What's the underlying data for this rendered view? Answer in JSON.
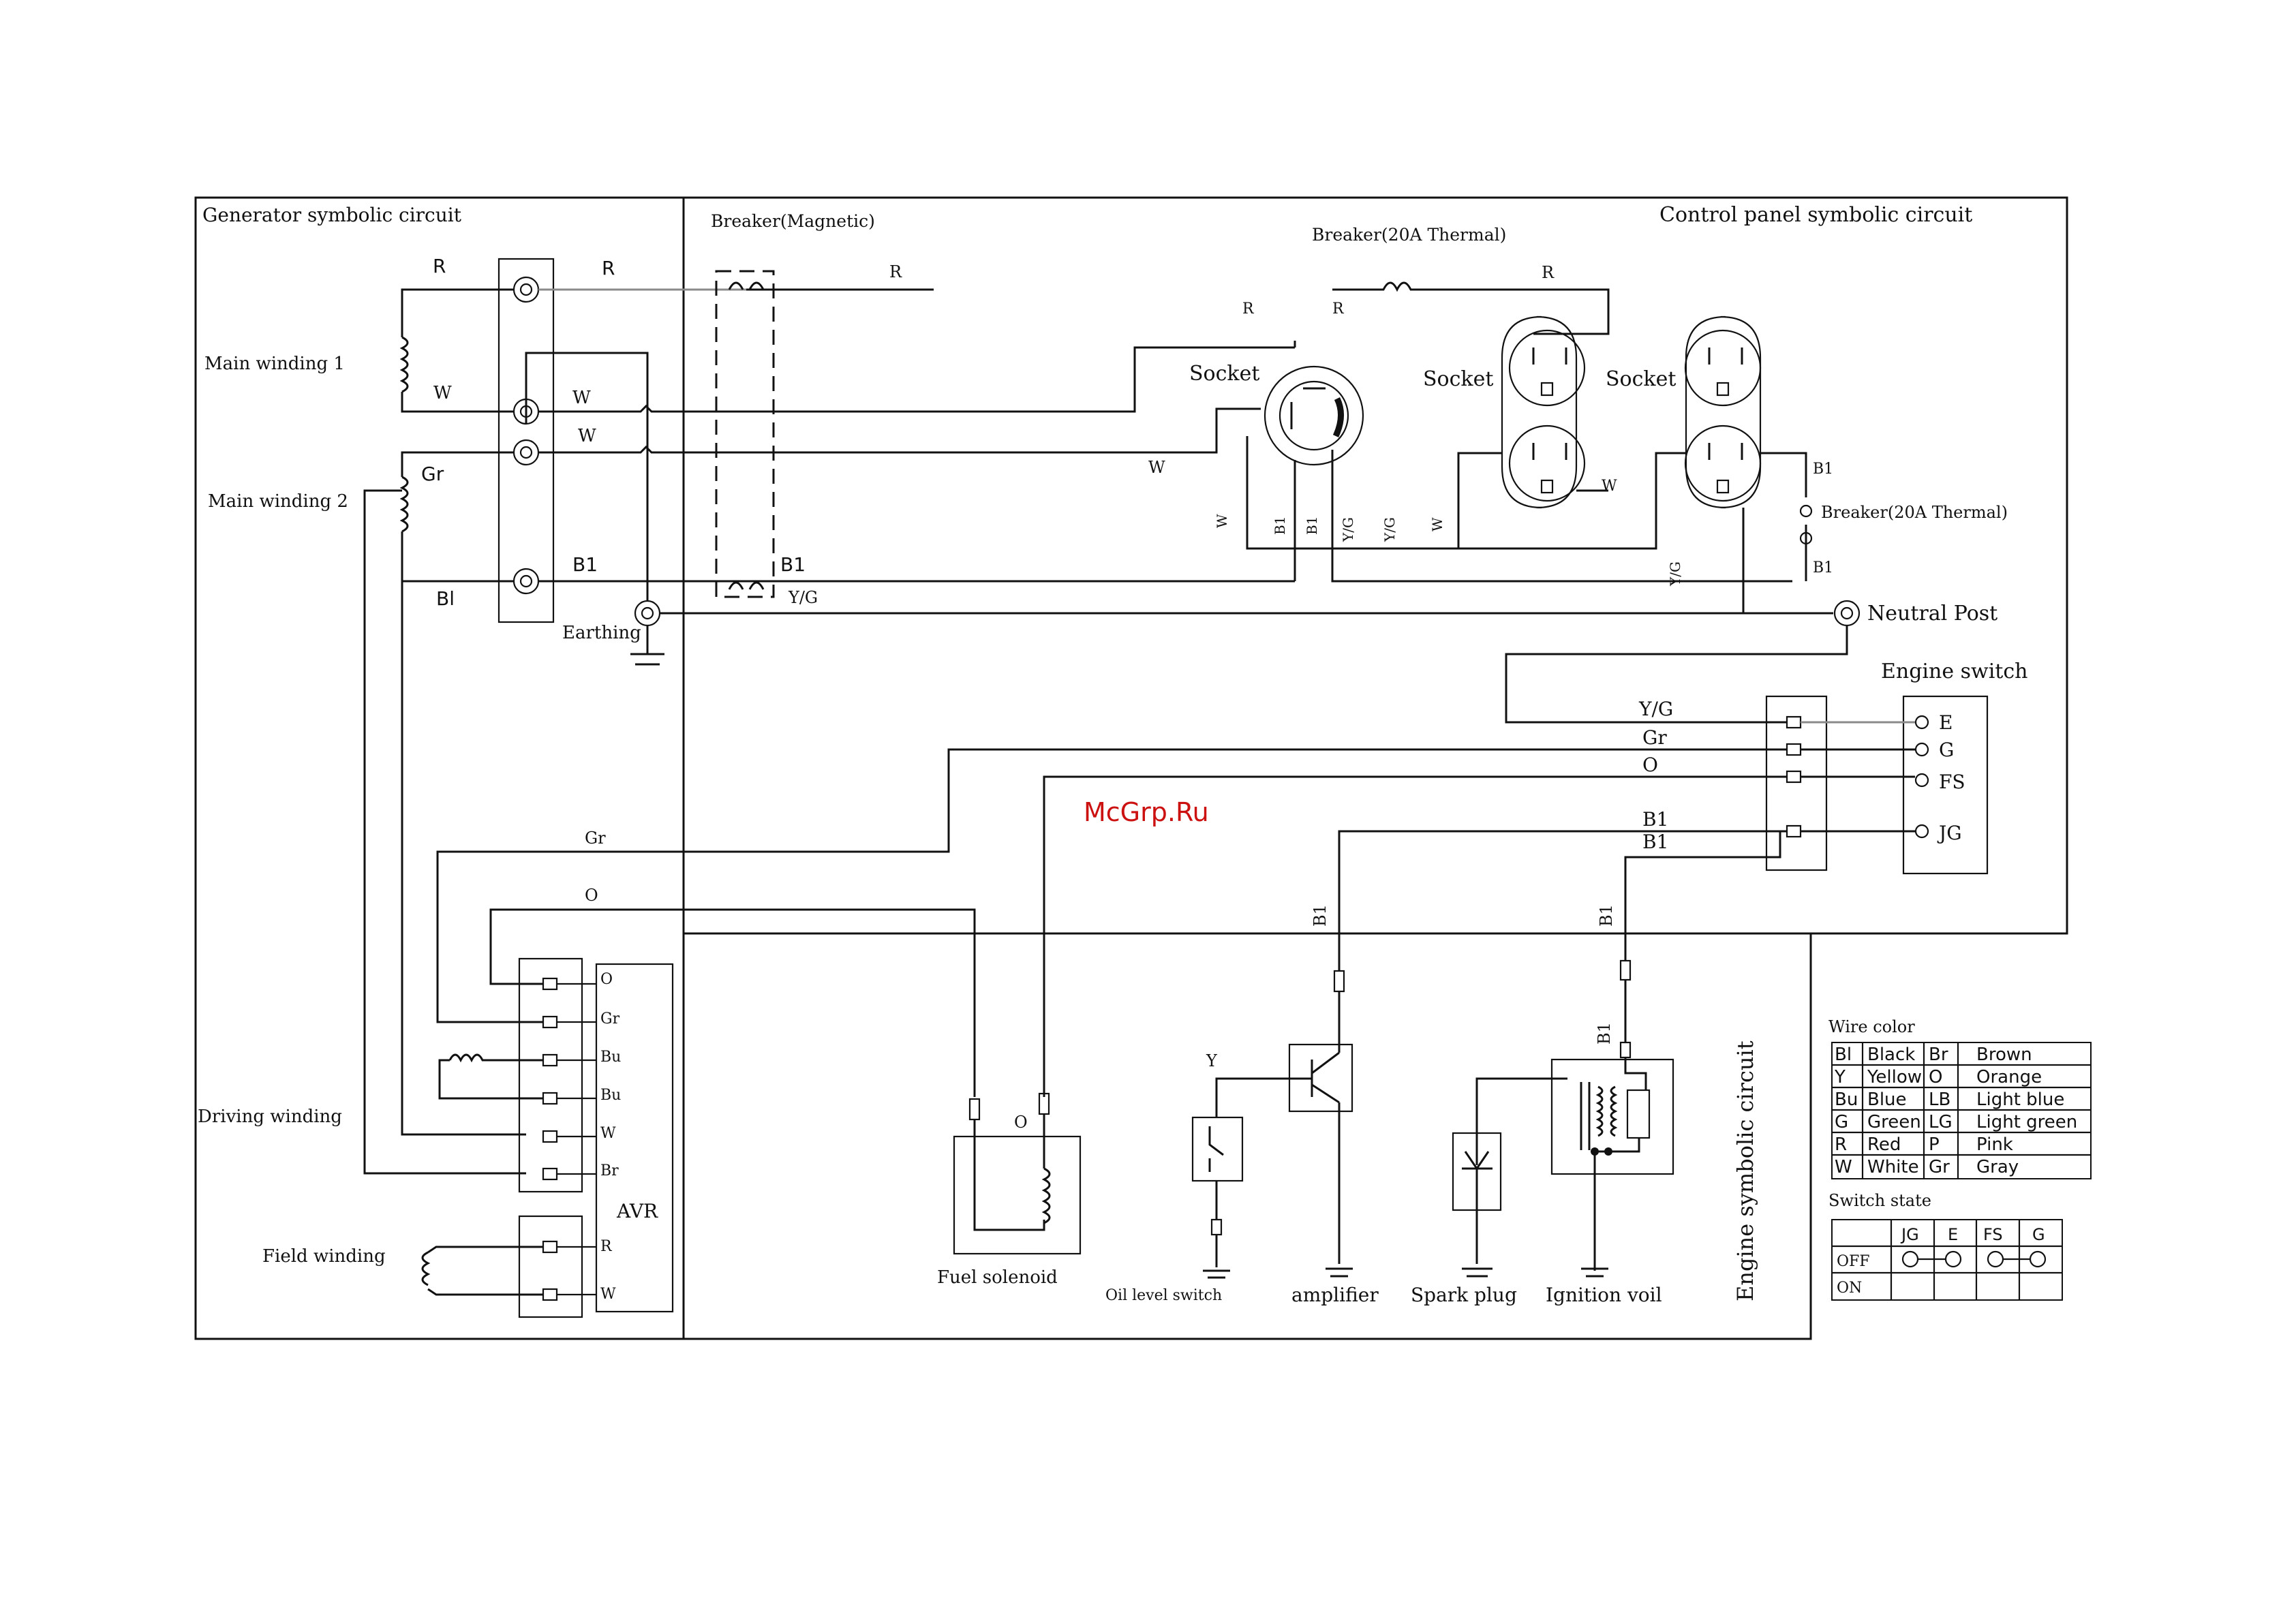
{
  "sections": {
    "generator": "Generator symbolic circuit",
    "control_panel": "Control panel symbolic circuit",
    "engine": "Engine symbolic circuit"
  },
  "windings": {
    "main1": "Main winding 1",
    "main2": "Main winding 2",
    "driving": "Driving winding",
    "field": "Field winding"
  },
  "components": {
    "breaker_magnetic": "Breaker(Magnetic)",
    "breaker_thermal_top": "Breaker(20A Thermal)",
    "breaker_thermal_right": "Breaker(20A Thermal)",
    "socket_1": "Socket",
    "socket_2": "Socket",
    "socket_3": "Socket",
    "earthing": "Earthing",
    "neutral_post": "Neutral Post",
    "engine_switch": "Engine switch",
    "avr": "AVR",
    "fuel_solenoid": "Fuel solenoid",
    "oil_level_switch": "Oil level switch",
    "amplifier": "amplifier",
    "spark_plug": "Spark plug",
    "ignition_coil": "Ignition voil"
  },
  "engine_switch_terminals": [
    "E",
    "G",
    "FS",
    "JG"
  ],
  "avr_terminals": [
    "O",
    "Gr",
    "Bu",
    "Bu",
    "W",
    "Br"
  ],
  "field_terminals": [
    "R",
    "W"
  ],
  "wire_labels": {
    "R": "R",
    "W": "W",
    "Gr": "Gr",
    "Bl": "Bl",
    "B1": "B1",
    "YG": "Y/G",
    "O": "O",
    "Y": "Y"
  },
  "watermark": "McGrp.Ru",
  "wire_color_legend": {
    "title": "Wire color",
    "rows": [
      {
        "code1": "Bl",
        "name1": "Black",
        "code2": "Br",
        "name2": "Brown"
      },
      {
        "code1": "Y",
        "name1": "Yellow",
        "code2": "O",
        "name2": "Orange"
      },
      {
        "code1": "Bu",
        "name1": "Blue",
        "code2": "LB",
        "name2": "Light blue"
      },
      {
        "code1": "G",
        "name1": "Green",
        "code2": "LG",
        "name2": "Light green"
      },
      {
        "code1": "R",
        "name1": "Red",
        "code2": "P",
        "name2": "Pink"
      },
      {
        "code1": "W",
        "name1": "White",
        "code2": "Gr",
        "name2": "Gray"
      }
    ]
  },
  "switch_state": {
    "title": "Switch state",
    "columns": [
      "JG",
      "E",
      "FS",
      "G"
    ],
    "rows": [
      "OFF",
      "ON"
    ]
  },
  "colors": {
    "line": "#111111",
    "watermark": "#cc1111",
    "gray_wire": "#8a8a8a"
  }
}
